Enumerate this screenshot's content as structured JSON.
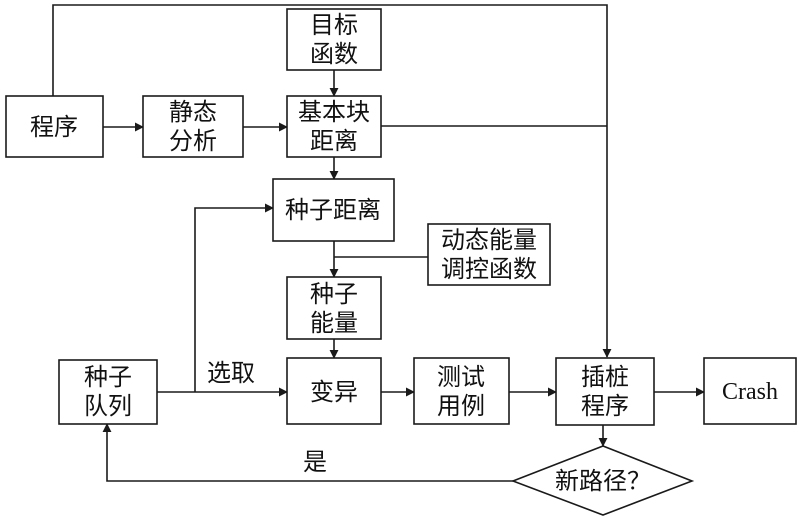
{
  "nodes": {
    "program": [
      "程序"
    ],
    "static_analysis": [
      "静态",
      "分析"
    ],
    "objective_function": [
      "目标",
      "函数"
    ],
    "block_distance": [
      "基本块",
      "距离"
    ],
    "seed_distance": [
      "种子距离"
    ],
    "dynamic_energy": [
      "动态能量",
      "调控函数"
    ],
    "seed_energy": [
      "种子",
      "能量"
    ],
    "seed_queue": [
      "种子",
      "队列"
    ],
    "mutation": [
      "变异"
    ],
    "test_case": [
      "测试",
      "用例"
    ],
    "instrumented_program": [
      "插桩",
      "程序"
    ],
    "crash": [
      "Crash"
    ],
    "new_path": [
      "新路径？"
    ]
  },
  "edge_labels": {
    "select": "选取",
    "yes": "是"
  },
  "colors": {
    "stroke": "#1a1a1a",
    "text": "#111111",
    "background": "#ffffff"
  }
}
